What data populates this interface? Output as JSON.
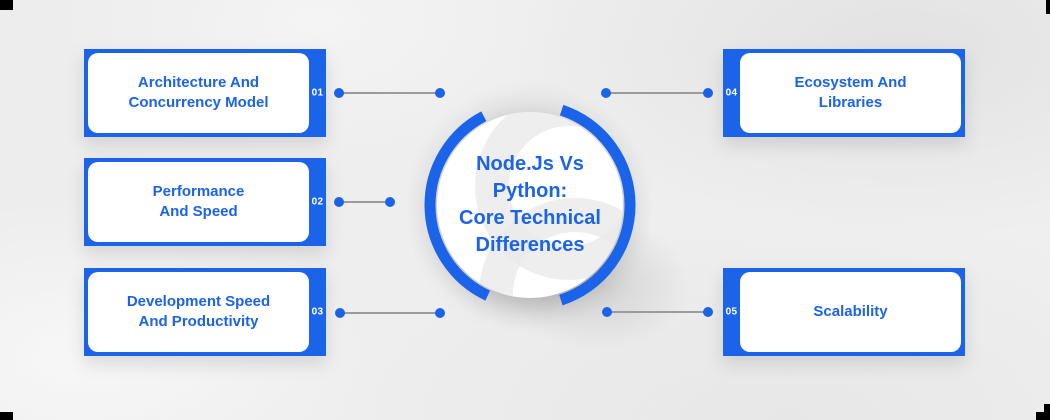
{
  "center": {
    "title": "Node.Js Vs Python:\nCore Technical\nDifferences"
  },
  "topics": [
    {
      "number": "01",
      "label": "Architecture And\nConcurrency Model"
    },
    {
      "number": "02",
      "label": "Performance\nAnd Speed"
    },
    {
      "number": "03",
      "label": "Development Speed\nAnd Productivity"
    },
    {
      "number": "04",
      "label": "Ecosystem And\nLibraries"
    },
    {
      "number": "05",
      "label": "Scalability"
    }
  ],
  "colors": {
    "accent_blue": "#1b63e8",
    "connector_gray": "#9b9b9b",
    "background_gray": "#ededed",
    "crop_mark_black": "#000000",
    "watermark_gray": "#eaeaea"
  }
}
